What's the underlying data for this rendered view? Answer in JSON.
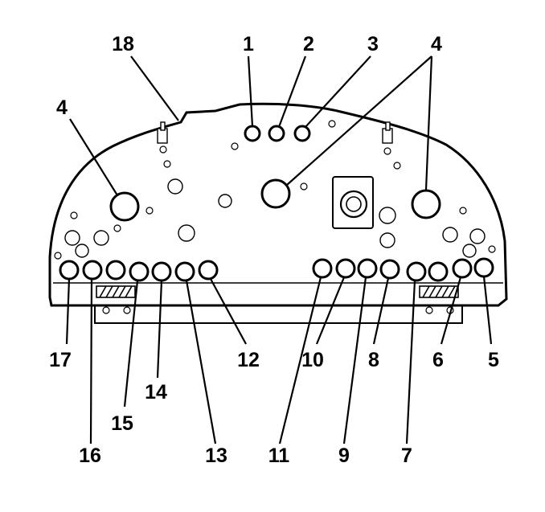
{
  "diagram": {
    "callouts": [
      {
        "id": "1",
        "text": "1"
      },
      {
        "id": "2",
        "text": "2"
      },
      {
        "id": "3",
        "text": "3"
      },
      {
        "id": "4-right",
        "text": "4"
      },
      {
        "id": "4-left",
        "text": "4"
      },
      {
        "id": "5",
        "text": "5"
      },
      {
        "id": "6",
        "text": "6"
      },
      {
        "id": "7",
        "text": "7"
      },
      {
        "id": "8",
        "text": "8"
      },
      {
        "id": "9",
        "text": "9"
      },
      {
        "id": "10",
        "text": "10"
      },
      {
        "id": "11",
        "text": "11"
      },
      {
        "id": "12",
        "text": "12"
      },
      {
        "id": "13",
        "text": "13"
      },
      {
        "id": "14",
        "text": "14"
      },
      {
        "id": "15",
        "text": "15"
      },
      {
        "id": "16",
        "text": "16"
      },
      {
        "id": "17",
        "text": "17"
      },
      {
        "id": "18",
        "text": "18"
      }
    ]
  }
}
